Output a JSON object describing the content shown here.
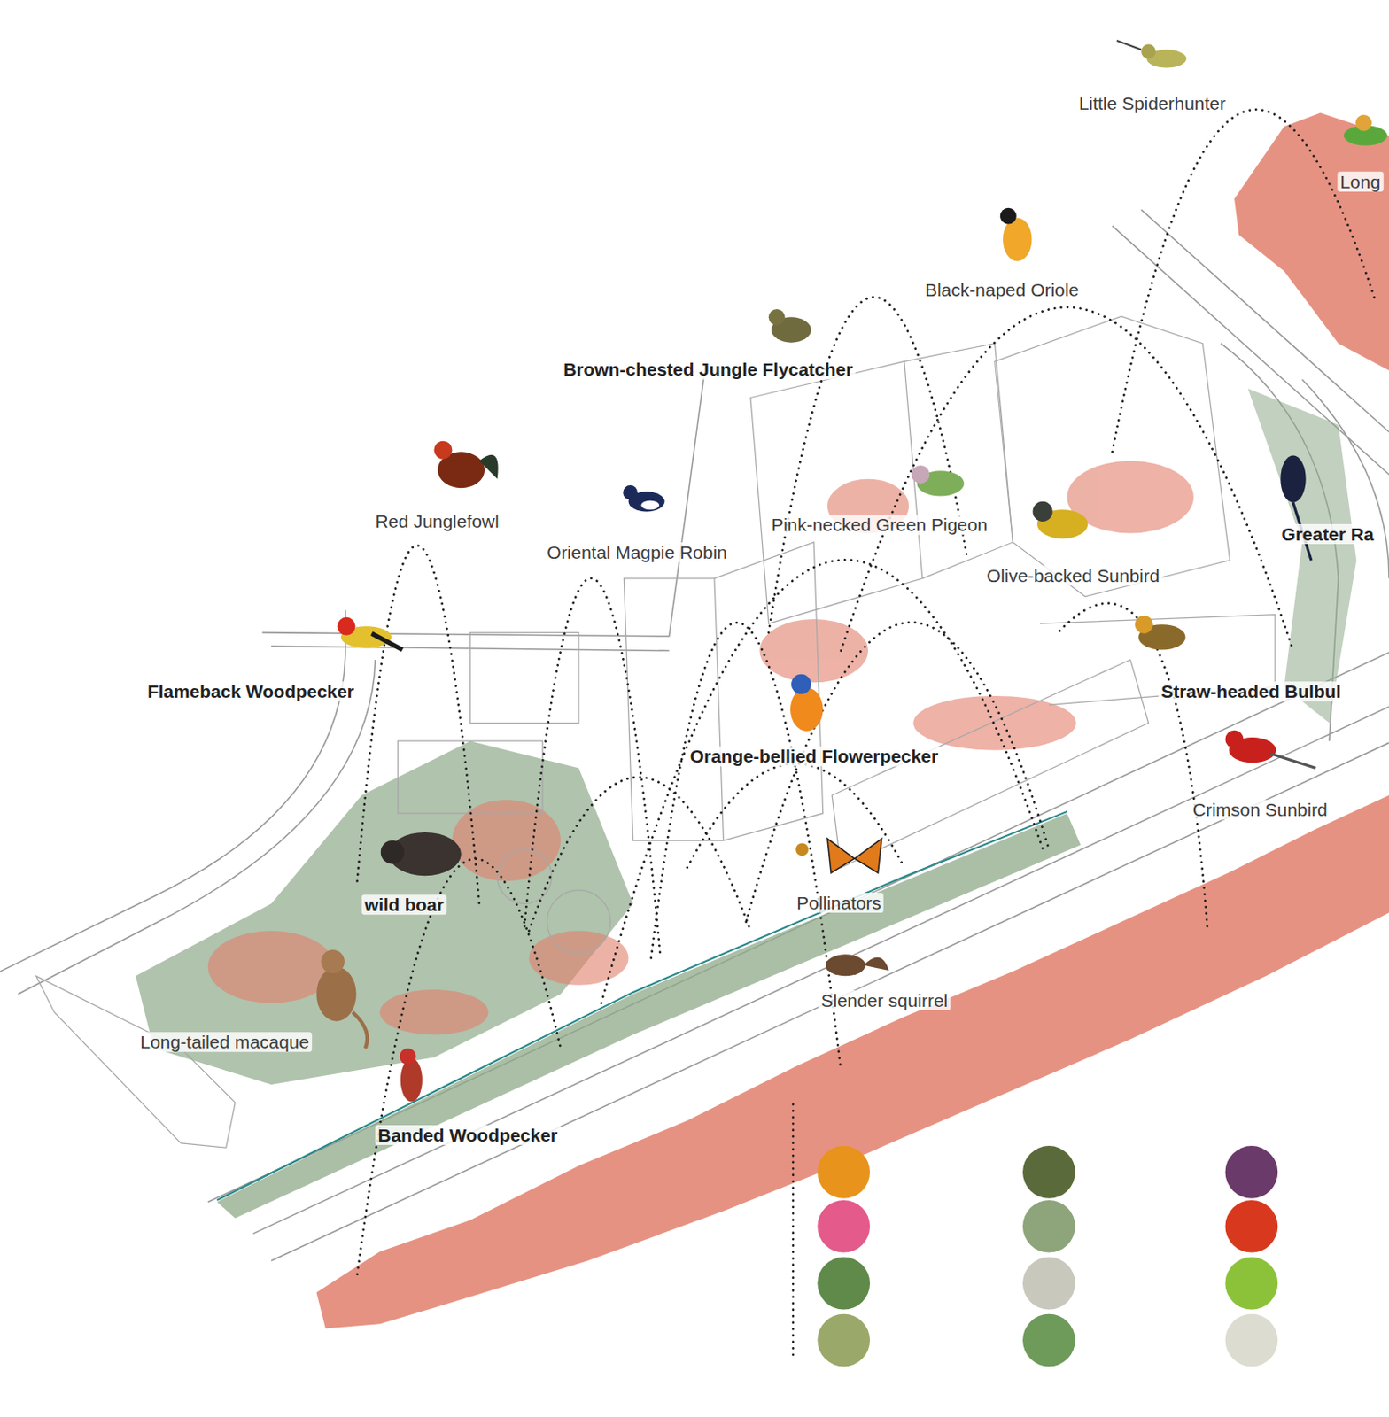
{
  "diagram": {
    "labels": [
      "Little Spiderhunter",
      "Long",
      "Black-naped Oriole",
      "Brown-chested Jungle Flycatcher",
      "Red Junglefowl",
      "Oriental Magpie Robin",
      "Pink-necked Green Pigeon",
      "Greater Ra",
      "Olive-backed Sunbird",
      "Flameback Woodpecker",
      "Straw-headed Bulbul",
      "Orange-bellied Flowerpecker",
      "Crimson Sunbird",
      "wild boar",
      "Pollinators",
      "Slender squirrel",
      "Long-tailed macaque",
      "Banded Woodpecker"
    ]
  }
}
